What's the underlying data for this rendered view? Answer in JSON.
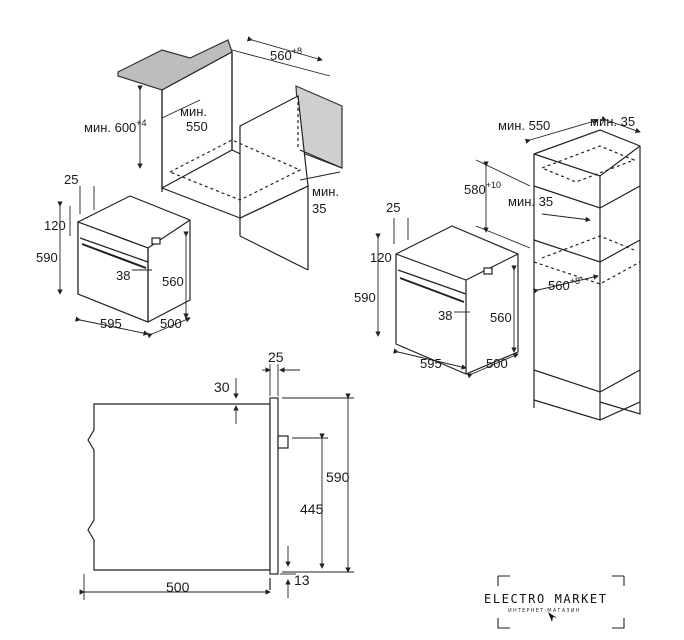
{
  "top_left": {
    "width_niche": "560",
    "width_niche_tol": "+8",
    "height_label": "мин. 600",
    "height_tol": "+4",
    "depth_label_1": "мин.",
    "depth_value": "550",
    "gap_label": "мин.",
    "gap_value": "35"
  },
  "oven_left": {
    "d25": "25",
    "d120": "120",
    "d590": "590",
    "d38": "38",
    "d560": "560",
    "d595": "595",
    "d500": "500"
  },
  "top_right": {
    "depth": "мин. 550",
    "side": "мин. 35",
    "height": "580",
    "height_tol": "+10",
    "gap": "мин. 35",
    "width": "560",
    "width_tol": "+8"
  },
  "oven_right": {
    "d25": "25",
    "d120": "120",
    "d590": "590",
    "d38": "38",
    "d560": "560",
    "d595": "595",
    "d500": "500"
  },
  "side_view": {
    "d25": "25",
    "d30": "30",
    "d590": "590",
    "d445": "445",
    "d500": "500",
    "d13": "13"
  },
  "logo": {
    "name": "ELECTRO MARKET",
    "tagline": "ИНТЕРНЕТ-МАГАЗИН"
  }
}
